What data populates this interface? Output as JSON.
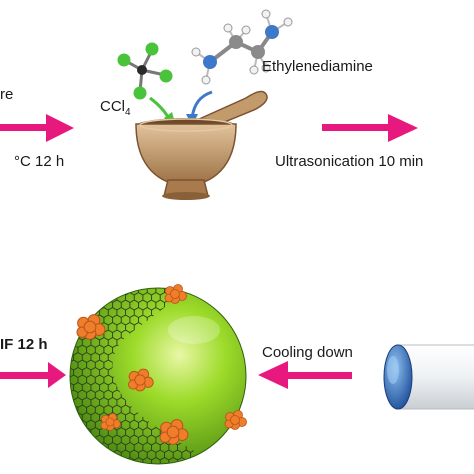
{
  "labels": {
    "top_left_fragment": "re",
    "top_left_condition": "°C 12 h",
    "ccl4_base": "CCl",
    "ccl4_subscript": "4",
    "ethylenediamine": "Ethylenediamine",
    "ultrasonication": "Ultrasonication 10 min",
    "cooling_down": "Cooling down",
    "bottom_left_condition": "IF 12 h"
  },
  "colors": {
    "arrow": "#e8197e",
    "sphere_core": "#9ddb2a",
    "sphere_edge": "#3f7d0e",
    "mortar": "#c39a6b",
    "nanoparticle": "#f07d2a",
    "chlorine_atom": "#49c43a",
    "nitrogen_atom": "#3f78c8",
    "vial_cap": "#3b78c9"
  },
  "icons": [
    "arrow-right-icon",
    "arrow-left-icon",
    "mortar-pestle-icon",
    "ccl4-molecule-icon",
    "ethylenediamine-molecule-icon",
    "graphene-sphere-icon",
    "vial-icon"
  ]
}
